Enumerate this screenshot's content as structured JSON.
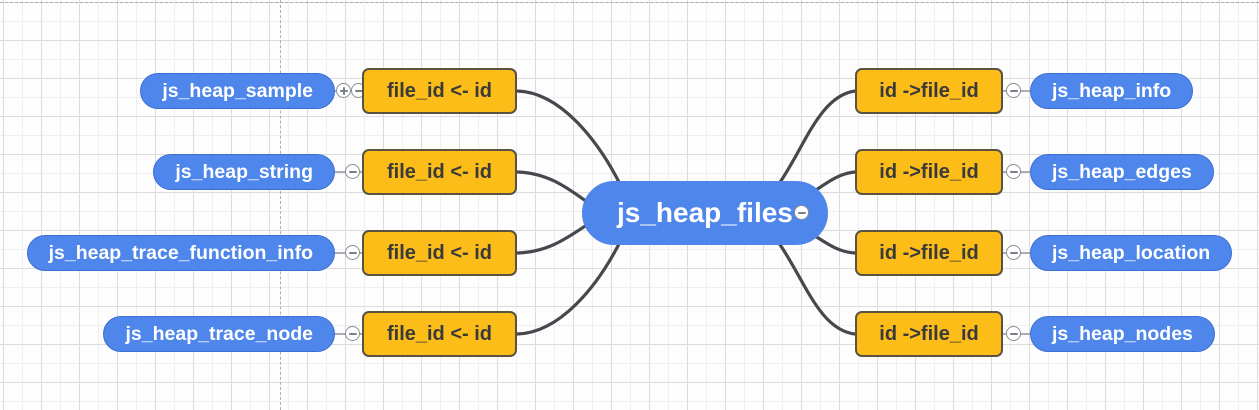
{
  "diagram": {
    "type": "mindmap-er-relations",
    "center": {
      "label": "js_heap_files"
    },
    "left_branches": [
      {
        "table": "js_heap_sample",
        "relation": "file_id <- id",
        "expanders": [
          "plus",
          "minus"
        ]
      },
      {
        "table": "js_heap_string",
        "relation": "file_id <- id",
        "expanders": [
          "minus"
        ]
      },
      {
        "table": "js_heap_trace_function_info",
        "relation": "file_id <- id",
        "expanders": [
          "minus"
        ]
      },
      {
        "table": "js_heap_trace_node",
        "relation": "file_id <- id",
        "expanders": [
          "minus"
        ]
      }
    ],
    "right_branches": [
      {
        "relation": "id ->file_id",
        "table": "js_heap_info",
        "expanders": [
          "minus"
        ]
      },
      {
        "relation": "id ->file_id",
        "table": "js_heap_edges",
        "expanders": [
          "minus"
        ]
      },
      {
        "relation": "id ->file_id",
        "table": "js_heap_location",
        "expanders": [
          "minus"
        ]
      },
      {
        "relation": "id ->file_id",
        "table": "js_heap_nodes",
        "expanders": [
          "minus"
        ]
      }
    ],
    "colors": {
      "node_blue": "#4e86ec",
      "node_blue_border": "#3b6fd2",
      "relation_orange": "#fcbd18",
      "relation_border": "#5b5342",
      "connector_line": "#45484d",
      "stub_line": "#8f939a",
      "grid_major": "#dcdcdc",
      "grid_minor": "#efefef",
      "background": "#fdfdfd"
    }
  }
}
